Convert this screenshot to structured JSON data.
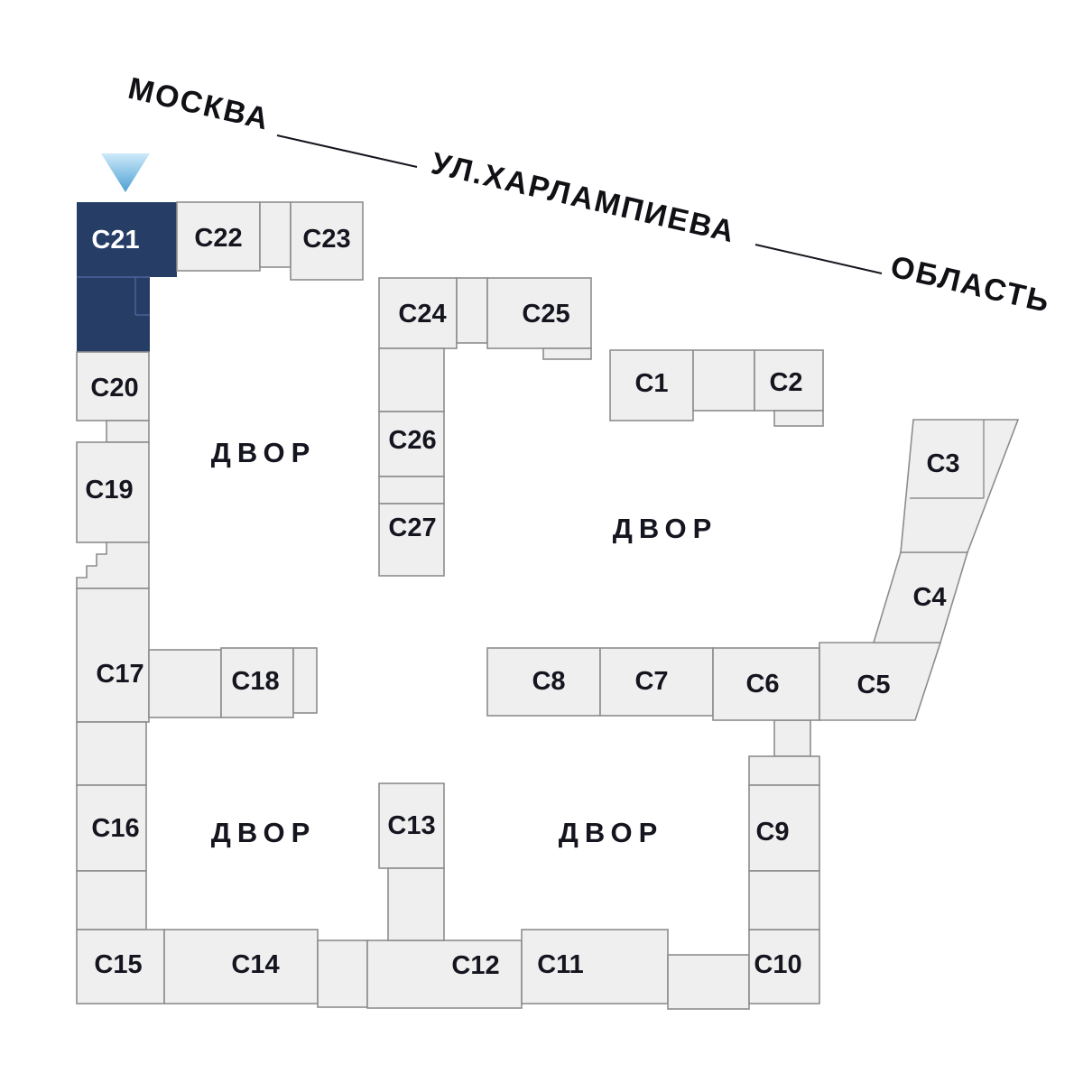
{
  "street": {
    "left": "МОСКВА",
    "name": "УЛ.ХАРЛАМПИЕВА",
    "right": "ОБЛАСТЬ"
  },
  "courtyards": [
    "ДВОР",
    "ДВОР",
    "ДВОР",
    "ДВОР"
  ],
  "selected_building": "С21",
  "colors": {
    "highlight": "#263e66",
    "block_fill": "#efefef",
    "block_stroke": "#8d8d8d",
    "text": "#15151f",
    "marker_top": "#cdeaf9",
    "marker_bottom": "#4d9fd4"
  },
  "buildings": {
    "c1": "С1",
    "c2": "С2",
    "c3": "С3",
    "c4": "С4",
    "c5": "С5",
    "c6": "С6",
    "c7": "С7",
    "c8": "С8",
    "c9": "С9",
    "c10": "С10",
    "c11": "С11",
    "c12": "С12",
    "c13": "С13",
    "c14": "С14",
    "c15": "С15",
    "c16": "С16",
    "c17": "С17",
    "c18": "С18",
    "c19": "С19",
    "c20": "С20",
    "c21": "С21",
    "c22": "С22",
    "c23": "С23",
    "c24": "С24",
    "c25": "С25",
    "c26": "С26",
    "c27": "С27"
  }
}
